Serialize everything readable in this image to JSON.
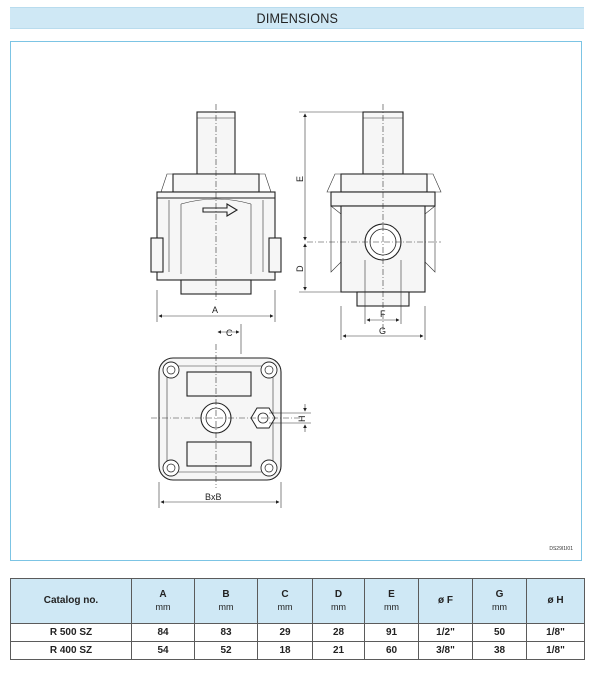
{
  "header": {
    "title": "DIMENSIONS"
  },
  "drawing": {
    "code": "DS29I1I01",
    "labels": {
      "a": "A",
      "bxb": "BxB",
      "c": "C",
      "d": "D",
      "e": "E",
      "f": "F",
      "g": "G",
      "h": "H"
    }
  },
  "table": {
    "headers": [
      {
        "label": "Catalog no.",
        "unit": ""
      },
      {
        "label": "A",
        "unit": "mm"
      },
      {
        "label": "B",
        "unit": "mm"
      },
      {
        "label": "C",
        "unit": "mm"
      },
      {
        "label": "D",
        "unit": "mm"
      },
      {
        "label": "E",
        "unit": "mm"
      },
      {
        "label": "ø F",
        "unit": ""
      },
      {
        "label": "G",
        "unit": "mm"
      },
      {
        "label": "ø H",
        "unit": ""
      }
    ],
    "rows": [
      [
        "R 500 SZ",
        "84",
        "83",
        "29",
        "28",
        "91",
        "1/2\"",
        "50",
        "1/8\""
      ],
      [
        "R 400 SZ",
        "54",
        "52",
        "18",
        "21",
        "60",
        "3/8\"",
        "38",
        "1/8\""
      ]
    ]
  },
  "colors": {
    "accent": "#cfe8f5",
    "frame": "#7cc4e4"
  }
}
